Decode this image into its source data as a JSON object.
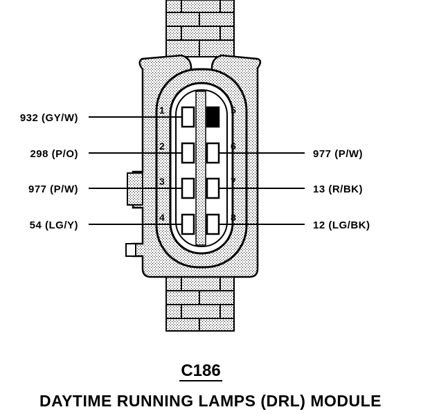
{
  "connector": {
    "id": "C186",
    "module_name": "DAYTIME RUNNING LAMPS (DRL) MODULE"
  },
  "pins": [
    {
      "pin": "1",
      "label": "932 (GY/W)",
      "side": "left",
      "filled": false
    },
    {
      "pin": "2",
      "label": "298 (P/O)",
      "side": "left",
      "filled": false
    },
    {
      "pin": "3",
      "label": "977 (P/W)",
      "side": "left",
      "filled": false
    },
    {
      "pin": "4",
      "label": "54 (LG/Y)",
      "side": "left",
      "filled": false
    },
    {
      "pin": "5",
      "label": "",
      "side": "right",
      "filled": true
    },
    {
      "pin": "6",
      "label": "977 (P/W)",
      "side": "right",
      "filled": false
    },
    {
      "pin": "7",
      "label": "13 (R/BK)",
      "side": "right",
      "filled": false
    },
    {
      "pin": "8",
      "label": "12 (LG/BK)",
      "side": "right",
      "filled": false
    }
  ]
}
